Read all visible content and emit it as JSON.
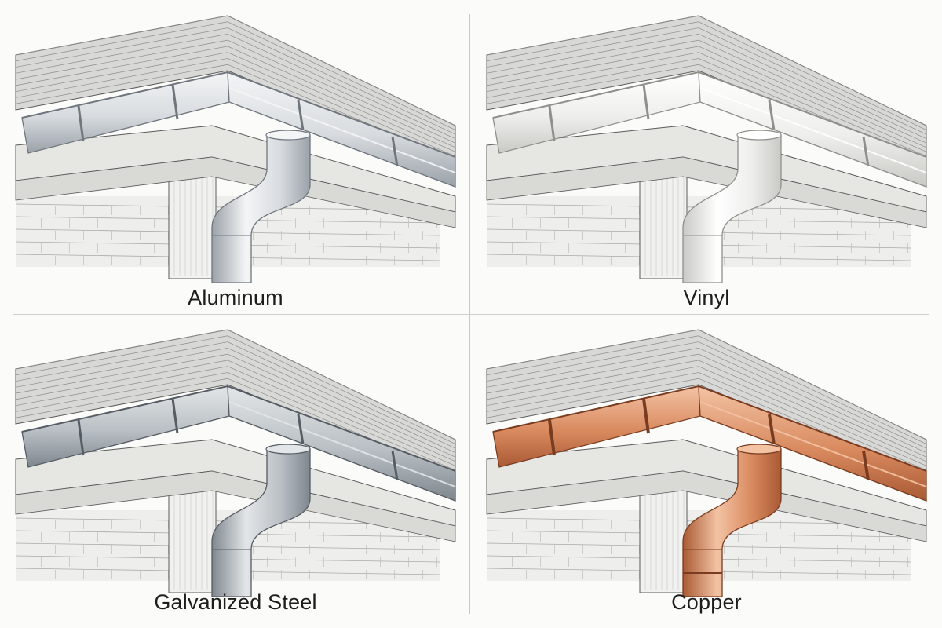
{
  "panels": [
    {
      "id": "aluminum",
      "label": "Aluminum",
      "colors": {
        "light": "#f4f5f6",
        "mid": "#d7dbdf",
        "dark": "#9aa1a8",
        "edge": "#6f767d"
      }
    },
    {
      "id": "vinyl",
      "label": "Vinyl",
      "colors": {
        "light": "#ffffff",
        "mid": "#eeeeec",
        "dark": "#c9c9c5",
        "edge": "#8f8f8b"
      }
    },
    {
      "id": "galvanized-steel",
      "label": "Galvanized Steel",
      "colors": {
        "light": "#e3e6e8",
        "mid": "#b9bfc4",
        "dark": "#7f878e",
        "edge": "#555c63"
      }
    },
    {
      "id": "copper",
      "label": "Copper",
      "colors": {
        "light": "#f3c3a4",
        "mid": "#d98a5f",
        "dark": "#a95a34",
        "edge": "#7a3c20"
      }
    }
  ]
}
